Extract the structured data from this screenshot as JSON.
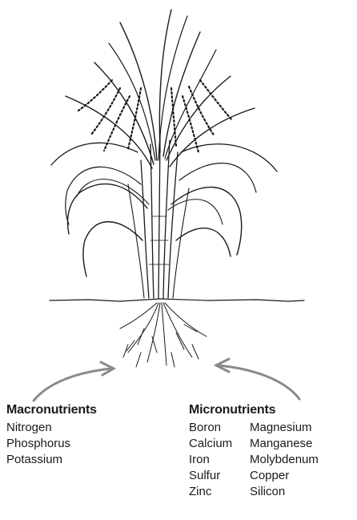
{
  "macronutrients": {
    "title": "Macronutrients",
    "items": [
      "Nitrogen",
      "Phosphorus",
      "Potassium"
    ]
  },
  "micronutrients": {
    "title": "Micronutrients",
    "column1": [
      "Boron",
      "Calcium",
      "Iron",
      "Sulfur",
      "Zinc"
    ],
    "column2": [
      "Magnesium",
      "Manganese",
      "Molybdenum",
      "Copper",
      "Silicon"
    ]
  },
  "colors": {
    "ink": "#1a1a1a",
    "arrow": "#8a8a8a"
  },
  "icons": [
    "rice-plant-illustration",
    "left-arrow-icon",
    "right-arrow-icon"
  ]
}
